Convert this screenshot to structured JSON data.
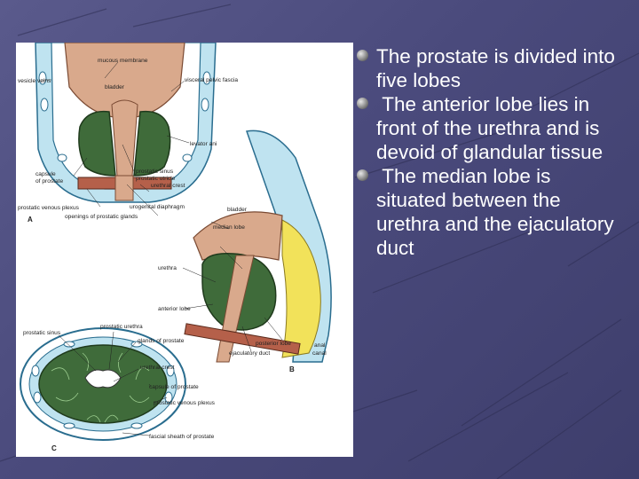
{
  "bullets": [
    {
      "text": "The prostate is divided into five lobes"
    },
    {
      "text": " The anterior lobe lies in front of the urethra and is devoid of glandular tissue"
    },
    {
      "text": " The median lobe is situated between the urethra and the ejaculatory duct"
    }
  ],
  "figure": {
    "labels": {
      "mucous_membrane": "mucous membrane",
      "bladder": "bladder",
      "visceral_pelvic_fascia": "visceral pelvic fascia",
      "vesicle_veins": "vesicle veins",
      "levator_ani": "levator ani",
      "capsule_of_prostate": "capsule",
      "capsule_of_prostate_2": "of prostate",
      "prostatic_sinus": "prostatic sinus",
      "prostatic_utricle": "prostatic utricle",
      "urethral_crest": "urethral crest",
      "prostatic_venous_plexus": "prostatic venous plexus",
      "urogenital_diaphragm": "urogenital diaphragm",
      "openings_of_prostatic_glands": "openings of prostatic glands",
      "panel_a": "A",
      "bladder_b": "bladder",
      "median_lobe": "median lobe",
      "urethra": "urethra",
      "anterior_lobe": "anterior lobe",
      "posterior_lobe": "posterior lobe",
      "ejaculatory_duct": "ejaculatory duct",
      "anal_canal_1": "anal",
      "anal_canal_2": "canal",
      "panel_b": "B",
      "prostatic_sinus_c": "prostatic sinus",
      "prostatic_urethra": "prostatic urethra",
      "glands_of_prostate": "glands of prostate",
      "urethral_crest_c": "urethral crest",
      "capsule_of_prostate_c": "capsule of prostate",
      "prostatic_venous_plexus_c": "prostatic venous plexus",
      "fascial_sheath": "fascial sheath of prostate",
      "panel_c": "C"
    }
  },
  "colors": {
    "background": "#4a4a7c",
    "text": "#ffffff",
    "gland_green": "#3f6b3a",
    "bladder_pink": "#d9a98c",
    "fascia_blue": "#bfe3f0",
    "rectum_yellow": "#f2e25a"
  },
  "icons": {
    "bullet": "sphere-bullet-icon"
  }
}
